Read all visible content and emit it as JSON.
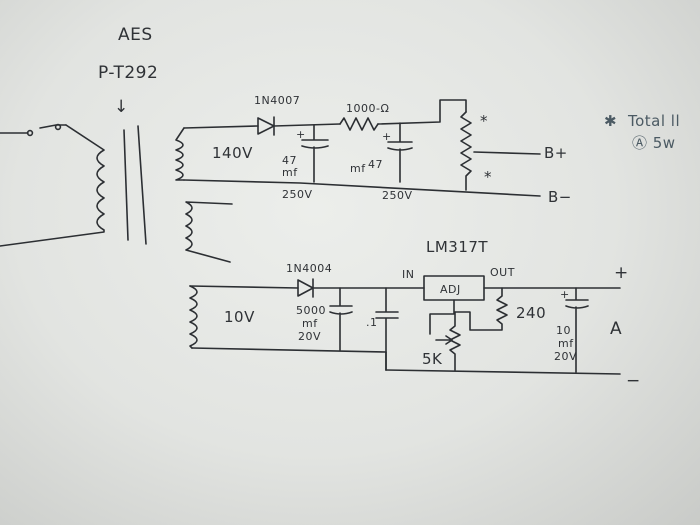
{
  "transformer": {
    "maker": "AES",
    "part": "P-T292",
    "pointer": "↓"
  },
  "high_voltage": {
    "winding_voltage": "140V",
    "diode": "1N4007",
    "cap1_value": "47",
    "cap1_unit": "mf",
    "cap1_voltage": "250V",
    "resistor": "1000-Ω",
    "cap2_value": "47",
    "cap2_unit": "mf",
    "cap2_voltage": "250V",
    "plus_sign": "+",
    "pot_marker": "*",
    "out_pos": "B+",
    "out_neg": "B−"
  },
  "low_voltage": {
    "winding_voltage": "10V",
    "diode": "1N4004",
    "cap1_value": "5000",
    "cap1_unit": "mf",
    "cap1_voltage": "20V",
    "cap2_value": ".1",
    "regulator": "LM317T",
    "reg_in": "IN",
    "reg_out": "OUT",
    "reg_adj": "ADJ",
    "resistor": "240",
    "pot": "5K",
    "cap3_value": "10",
    "cap3_unit": "mf",
    "cap3_voltage": "20V",
    "plus_sign": "+",
    "out_label": "A",
    "out_pos": "+",
    "out_neg": "−"
  },
  "note": {
    "star": "✱",
    "line1": "Total ll",
    "line2": "Ⓐ 5w"
  }
}
